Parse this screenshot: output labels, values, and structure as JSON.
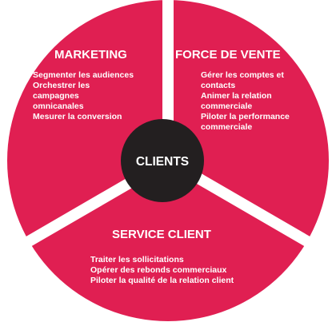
{
  "colors": {
    "segment": "#e01f52",
    "center": "#231f20",
    "separator": "#ffffff",
    "text": "#ffffff"
  },
  "center": {
    "label": "CLIENTS"
  },
  "segments": [
    {
      "title": "MARKETING",
      "lines": [
        "Segmenter les audiences",
        "Orchestrer les",
        "campagnes",
        "omnicanales",
        "Mesurer la conversion"
      ]
    },
    {
      "title": "FORCE DE VENTE",
      "lines": [
        "Gérer les comptes et",
        "contacts",
        "Animer la relation",
        "commerciale",
        "Piloter la performance",
        "commerciale"
      ]
    },
    {
      "title": "SERVICE CLIENT",
      "lines": [
        "Traiter les sollicitations",
        "Opérer des rebonds commerciaux",
        "Piloter la qualité de la relation client"
      ]
    }
  ]
}
